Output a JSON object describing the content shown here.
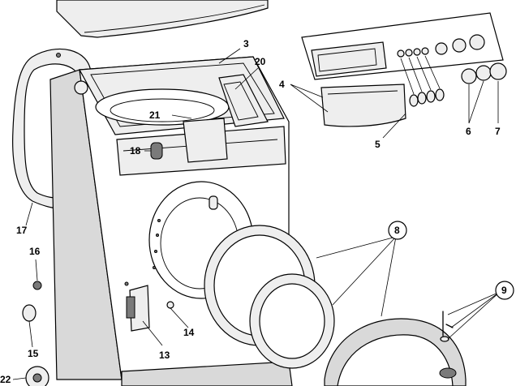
{
  "diagram": {
    "labels": {
      "l3": "3",
      "l4": "4",
      "l5": "5",
      "l6": "6",
      "l7": "7",
      "l8": "8",
      "l9": "9",
      "l13": "13",
      "l14": "14",
      "l15": "15",
      "l16": "16",
      "l17": "17",
      "l18": "18",
      "l20": "20",
      "l21": "21",
      "l22": "22"
    }
  }
}
